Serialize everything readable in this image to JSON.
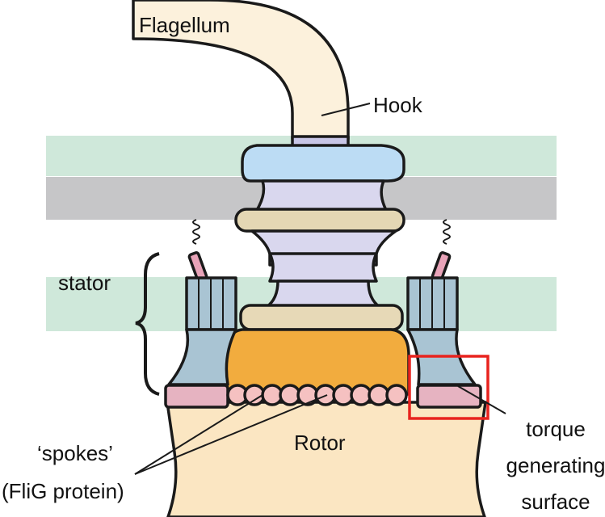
{
  "labels": {
    "flagellum": "Flagellum",
    "hook": "Hook",
    "stator": "stator",
    "rotor": "Rotor",
    "spokes_line1": "‘spokes’",
    "spokes_line2": "(FliG protein)",
    "torque_line1": "torque",
    "torque_line2": "generating",
    "torque_line3": "surface"
  },
  "colors": {
    "outer_membrane": "#cfe8da",
    "peptidoglycan": "#c6c6c8",
    "inner_membrane": "#cfe8da",
    "flagellum": "#fcf1dc",
    "hook_ring": "#c8c6e6",
    "l_ring": "#bcdcf4",
    "p_ring": "#e4d7b4",
    "rod": "#d9d7ee",
    "ms_ring": "#e7d9b7",
    "c_ring": "#f2ac3e",
    "spokes": "#f5c1c1",
    "stator_body": "#a9c4d3",
    "stator_pink": "#e6b3c1",
    "stator_linker": "#e8a3b8",
    "rotor_base": "#fbe6c2",
    "highlight_box": "#e8231e"
  }
}
